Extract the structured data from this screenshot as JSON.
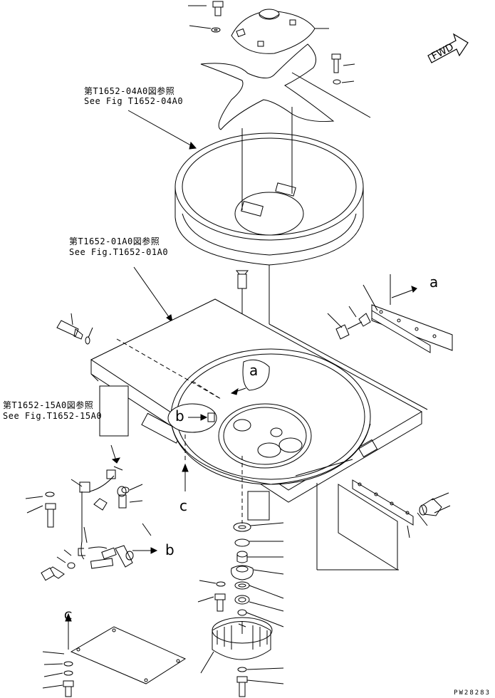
{
  "references": [
    {
      "jp": "第T1652-04A0図参照",
      "en": "See Fig T1652-04A0"
    },
    {
      "jp": "第T1652-01A0図参照",
      "en": "See Fig.T1652-01A0"
    },
    {
      "jp": "第T1652-15A0図参照",
      "en": "See Fig.T1652-15A0"
    }
  ],
  "markers": {
    "fwd": "FWD",
    "a_top": "a",
    "a_center": "a",
    "b_center": "b",
    "b_right": "b",
    "c_mid": "c",
    "c_bottom": "C"
  },
  "drawing_code": "PW28283"
}
